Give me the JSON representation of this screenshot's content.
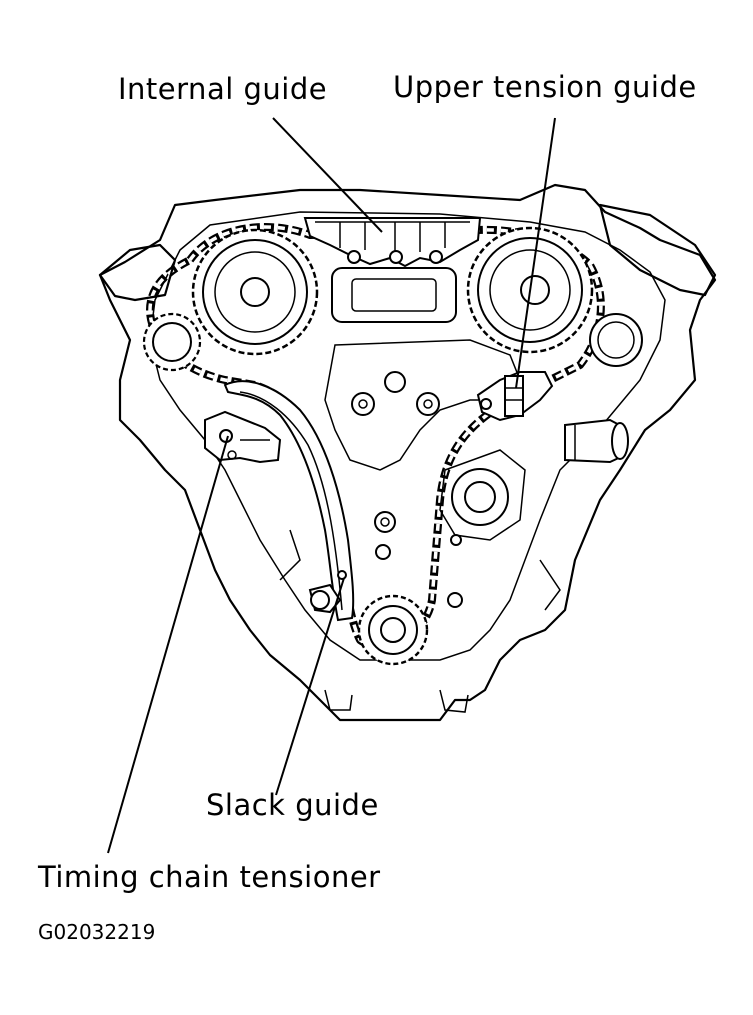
{
  "labels": {
    "internal_guide": "Internal guide",
    "upper_tension_guide": "Upper tension guide",
    "slack_guide": "Slack guide",
    "timing_chain_tensioner": "Timing chain tensioner"
  },
  "figure_code": "G02032219"
}
